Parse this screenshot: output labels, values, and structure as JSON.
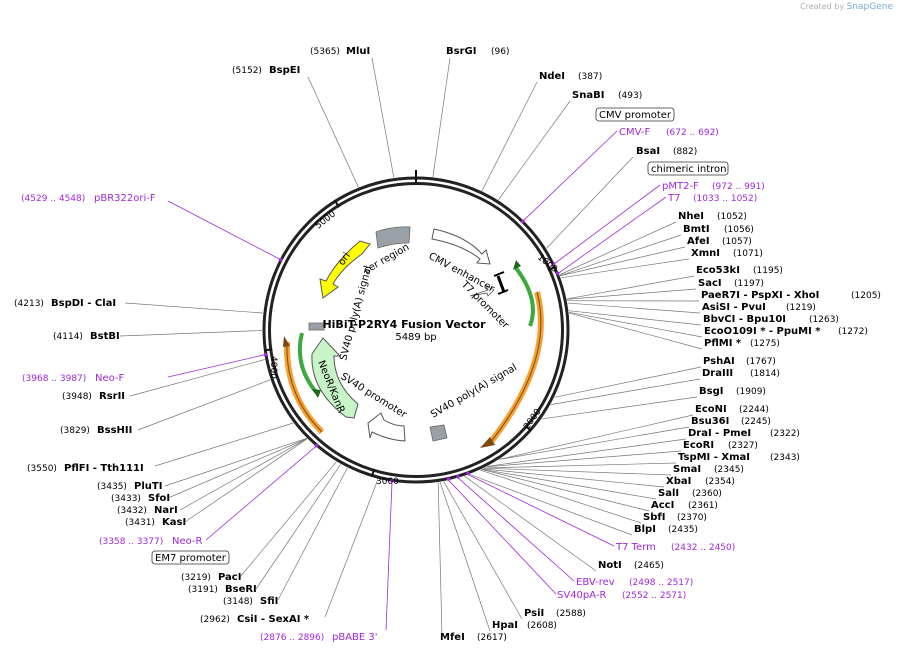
{
  "watermark": {
    "prefix": "Created by",
    "brand": "SnapGene"
  },
  "plasmid": {
    "name": "HiBiT-P2RY4 Fusion Vector",
    "size": "5489 bp"
  },
  "ticks": [
    "1000",
    "2000",
    "3000",
    "4000",
    "5000"
  ],
  "features": {
    "ori": "ori",
    "cer": "cer region",
    "cmv_enh": "CMV enhancer",
    "t7_prom": "T7 promoter",
    "sv40_polya_right": "SV40 poly(A) signal",
    "sv40_polya_left": "SV40 poly(A) signal",
    "sv40_prom": "SV40 promoter",
    "neo": "NeoR/KanR"
  },
  "boxed_labels": [
    "CMV promoter",
    "chimeric intron",
    "EM7 promoter"
  ],
  "sites": [
    {
      "id": "bsrgi",
      "name": "BsrGI",
      "pos": "(96)"
    },
    {
      "id": "mlui",
      "name": "MluI",
      "pos": "(5365)"
    },
    {
      "id": "bspei",
      "name": "BspEI",
      "pos": "(5152)"
    },
    {
      "id": "ndei",
      "name": "NdeI",
      "pos": "(387)"
    },
    {
      "id": "snabi",
      "name": "SnaBI",
      "pos": "(493)"
    },
    {
      "id": "bsai",
      "name": "BsaI",
      "pos": "(882)"
    },
    {
      "id": "nhei",
      "name": "NheI",
      "pos": "(1052)"
    },
    {
      "id": "bmti",
      "name": "BmtI",
      "pos": "(1056)"
    },
    {
      "id": "afei",
      "name": "AfeI",
      "pos": "(1057)"
    },
    {
      "id": "xmni",
      "name": "XmnI",
      "pos": "(1071)"
    },
    {
      "id": "eco53ki",
      "name": "Eco53kI",
      "pos": "(1195)"
    },
    {
      "id": "saci",
      "name": "SacI",
      "pos": "(1197)"
    },
    {
      "id": "paer7i",
      "name": "PaeR7I - PspXI - XhoI",
      "pos": "(1205)"
    },
    {
      "id": "asisi",
      "name": "AsiSI - PvuI",
      "pos": "(1219)"
    },
    {
      "id": "bbvci",
      "name": "BbvCI - Bpu10I",
      "pos": "(1263)"
    },
    {
      "id": "ecoo109i",
      "name": "EcoO109I * - PpuMI *",
      "pos": "(1272)"
    },
    {
      "id": "pflmi",
      "name": "PflMI *",
      "pos": "(1275)"
    },
    {
      "id": "pshai",
      "name": "PshAI",
      "pos": "(1767)"
    },
    {
      "id": "draiii",
      "name": "DraIII",
      "pos": "(1814)"
    },
    {
      "id": "bsgi",
      "name": "BsgI",
      "pos": "(1909)"
    },
    {
      "id": "econi",
      "name": "EcoNI",
      "pos": "(2244)"
    },
    {
      "id": "bsu36i",
      "name": "Bsu36I",
      "pos": "(2245)"
    },
    {
      "id": "drai",
      "name": "DraI - PmeI",
      "pos": "(2322)"
    },
    {
      "id": "ecori",
      "name": "EcoRI",
      "pos": "(2327)"
    },
    {
      "id": "tspmi",
      "name": "TspMI - XmaI",
      "pos": "(2343)"
    },
    {
      "id": "smai",
      "name": "SmaI",
      "pos": "(2345)"
    },
    {
      "id": "xbai",
      "name": "XbaI",
      "pos": "(2354)"
    },
    {
      "id": "sali",
      "name": "SalI",
      "pos": "(2360)"
    },
    {
      "id": "acci",
      "name": "AccI",
      "pos": "(2361)"
    },
    {
      "id": "sbfi",
      "name": "SbfI",
      "pos": "(2370)"
    },
    {
      "id": "blpi",
      "name": "BlpI",
      "pos": "(2435)"
    },
    {
      "id": "noti",
      "name": "NotI",
      "pos": "(2465)"
    },
    {
      "id": "psii",
      "name": "PsiI",
      "pos": "(2588)"
    },
    {
      "id": "hpai",
      "name": "HpaI",
      "pos": "(2608)"
    },
    {
      "id": "mfei",
      "name": "MfeI",
      "pos": "(2617)"
    },
    {
      "id": "bspdi",
      "name": "BspDI - ClaI",
      "pos": "(4213)"
    },
    {
      "id": "bstbi",
      "name": "BstBI",
      "pos": "(4114)"
    },
    {
      "id": "rsrii",
      "name": "RsrII",
      "pos": "(3948)"
    },
    {
      "id": "bsshii",
      "name": "BssHII",
      "pos": "(3829)"
    },
    {
      "id": "pflfi",
      "name": "PflFI - Tth111I",
      "pos": "(3550)"
    },
    {
      "id": "pluti",
      "name": "PluTI",
      "pos": "(3435)"
    },
    {
      "id": "sfoi",
      "name": "SfoI",
      "pos": "(3433)"
    },
    {
      "id": "nari",
      "name": "NarI",
      "pos": "(3432)"
    },
    {
      "id": "kasi",
      "name": "KasI",
      "pos": "(3431)"
    },
    {
      "id": "paci",
      "name": "PacI",
      "pos": "(3219)"
    },
    {
      "id": "beri",
      "name": "BseRI",
      "pos": "(3191)"
    },
    {
      "id": "sfii",
      "name": "SfiI",
      "pos": "(3148)"
    },
    {
      "id": "csii",
      "name": "CsiI - SexAI *",
      "pos": "(2962)"
    }
  ],
  "primers": [
    {
      "id": "cmvf",
      "name": "CMV-F",
      "pos": "(672 .. 692)"
    },
    {
      "id": "pmt2f",
      "name": "pMT2-F",
      "pos": "(972 .. 991)"
    },
    {
      "id": "t7",
      "name": "T7",
      "pos": "(1033 .. 1052)"
    },
    {
      "id": "t7term",
      "name": "T7 Term",
      "pos": "(2432 .. 2450)"
    },
    {
      "id": "ebvrev",
      "name": "EBV-rev",
      "pos": "(2498 .. 2517)"
    },
    {
      "id": "sv40par",
      "name": "SV40pA-R",
      "pos": "(2552 .. 2571)"
    },
    {
      "id": "pbabe3",
      "name": "pBABE 3'",
      "pos": "(2876 .. 2896)"
    },
    {
      "id": "neor",
      "name": "Neo-R",
      "pos": "(3358 .. 3377)"
    },
    {
      "id": "neof",
      "name": "Neo-F",
      "pos": "(3968 .. 3987)"
    },
    {
      "id": "pbr322",
      "name": "pBR322ori-F",
      "pos": "(4529 .. 4548)"
    }
  ],
  "colors": {
    "primer": "#a028d8",
    "ori": "#ffff00",
    "neo": "#c8f5c8",
    "orf_orange": "#f5a030",
    "orf_green": "#3caa3c",
    "grey_box": "#9aa0a8"
  }
}
